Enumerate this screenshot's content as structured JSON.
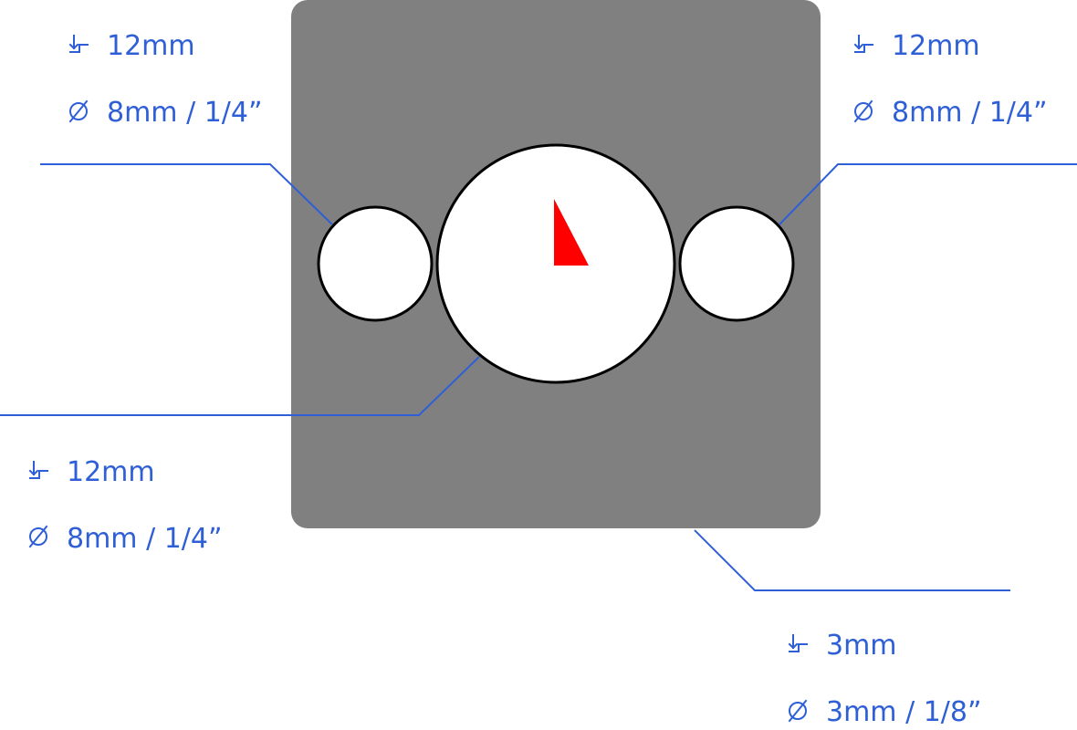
{
  "colors": {
    "plate": "#808080",
    "hole_fill": "#ffffff",
    "hole_stroke": "#000000",
    "marker": "#ff0000",
    "annotation": "#2f5fd7"
  },
  "icons": {
    "depth": "depth-icon",
    "diameter": "diameter-icon"
  },
  "annotations": {
    "left_hole": {
      "depth": "12mm",
      "diameter": "8mm / 1/4”"
    },
    "right_hole": {
      "depth": "12mm",
      "diameter": "8mm / 1/4”"
    },
    "center_hole": {
      "depth": "12mm",
      "diameter": "8mm / 1/4”"
    },
    "plate": {
      "depth": "3mm",
      "diameter": "3mm / 1/8”"
    }
  }
}
